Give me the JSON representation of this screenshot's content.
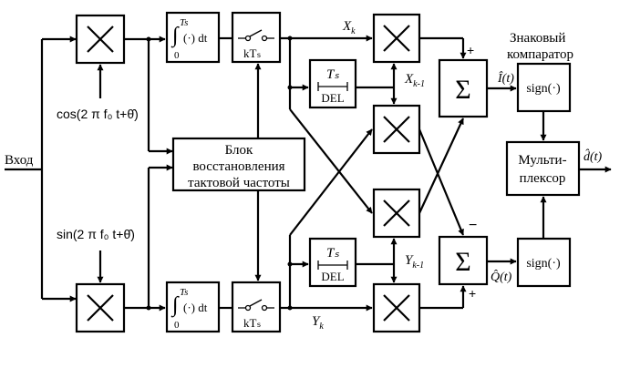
{
  "input_label": "Вход",
  "carrier_cos": "cos(2 π f₀ t+θ̂)",
  "carrier_sin": "sin(2 π f₀ t+θ̂)",
  "integrator_top": {
    "upper_limit": "Ts",
    "lower_limit": "0",
    "body": "(·) dt"
  },
  "integrator_bottom": {
    "upper_limit": "Ts",
    "lower_limit": "0",
    "body": "(·) dt"
  },
  "sampler_top_label": "kTₛ",
  "sampler_bottom_label": "kTₛ",
  "clock_recovery": {
    "line1": "Блок",
    "line2": "восстановления",
    "line3": "тактовой частоты"
  },
  "delay_top": {
    "symbol": "Tₛ",
    "label": "DEL"
  },
  "delay_bottom": {
    "symbol": "Tₛ",
    "label": "DEL"
  },
  "signals": {
    "xk": "Xk",
    "xk1": "Xk-1",
    "yk": "Yk",
    "yk1": "Yk-1",
    "i_hat": "Î(t)",
    "q_hat": "Q̂(t)",
    "d_hat": "d̂(t)"
  },
  "sign_plus_top": "+",
  "sign_plus_bottom": "+",
  "sign_minus": "−",
  "sum_symbol": "Σ",
  "sign_block_label": "sign(·)",
  "comparator": {
    "line1": "Знаковый",
    "line2": "компаратор"
  },
  "mux": {
    "line1": "Мульти-",
    "line2": "плексор"
  }
}
